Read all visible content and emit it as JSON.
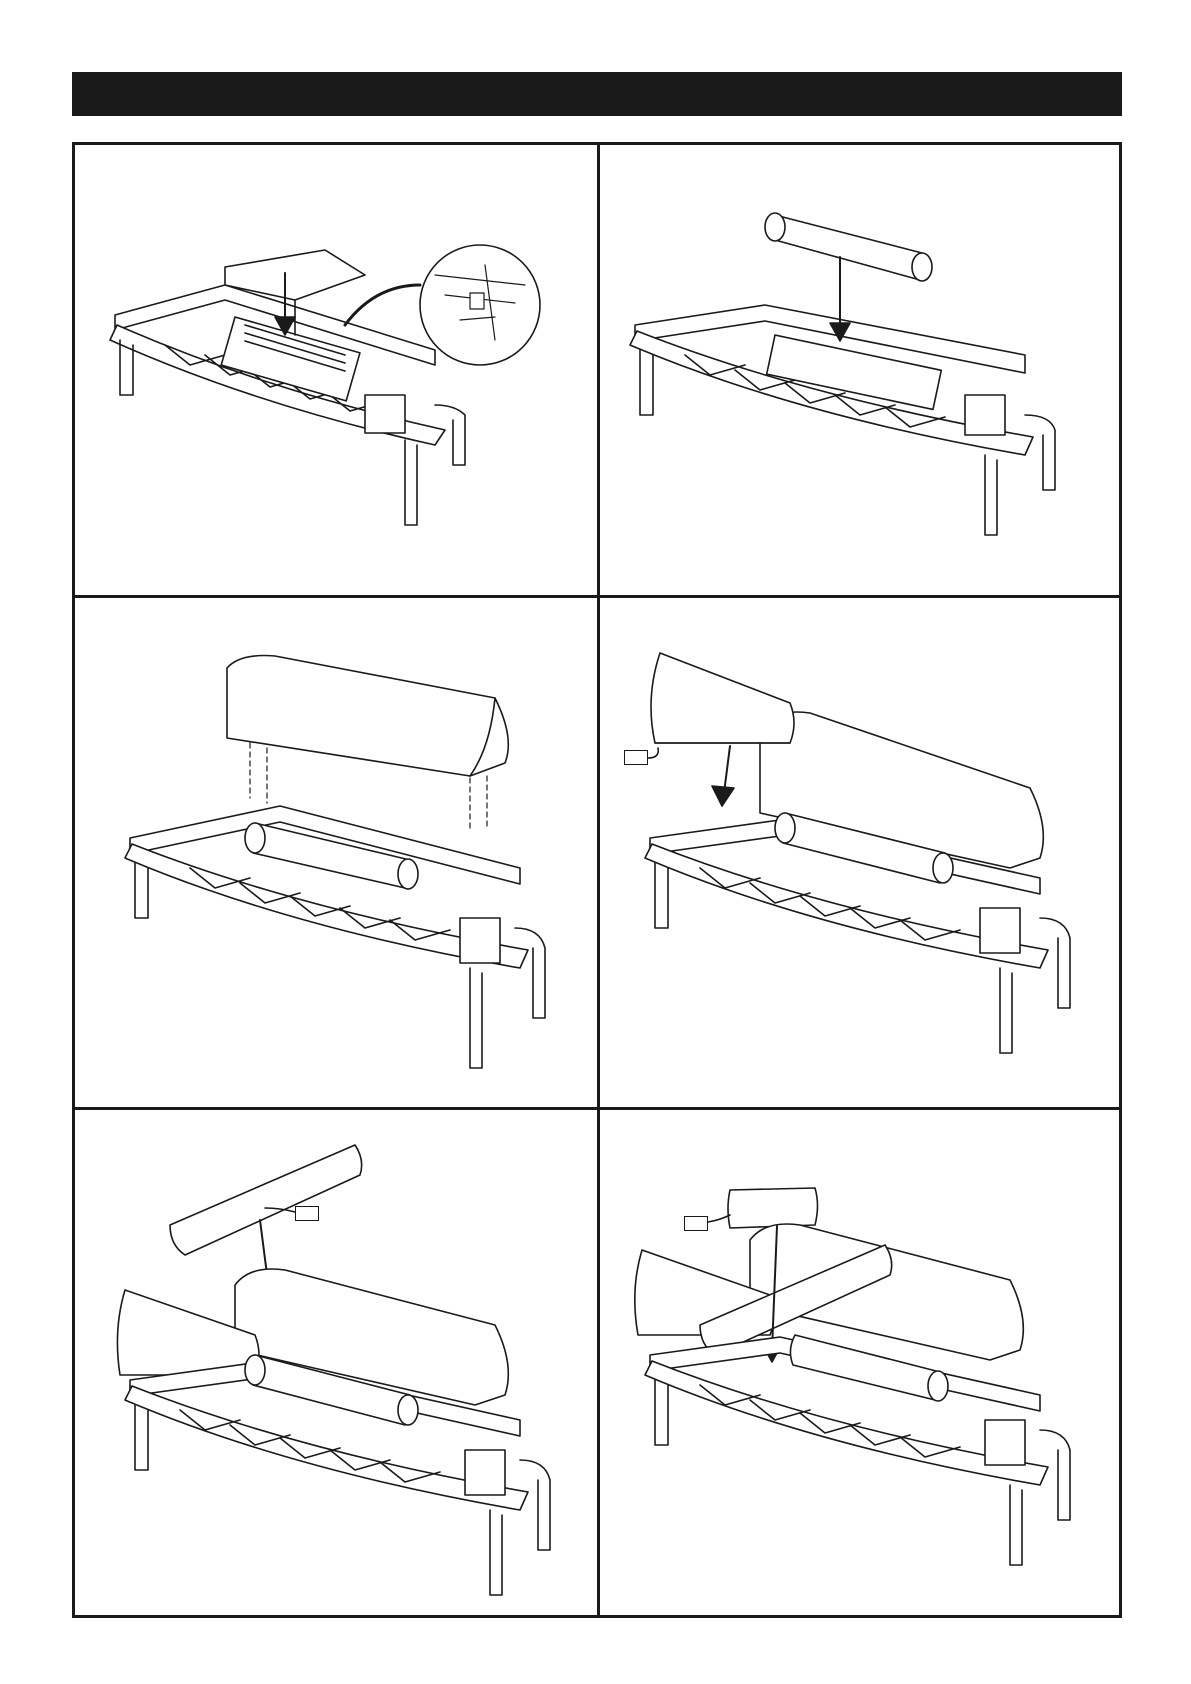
{
  "header": {
    "title": ""
  },
  "panels": [
    {
      "id": 1,
      "callout": ""
    },
    {
      "id": 2,
      "callout": ""
    },
    {
      "id": 3,
      "callout": ""
    },
    {
      "id": 4,
      "callout": ""
    },
    {
      "id": 5,
      "callout": ""
    },
    {
      "id": 6,
      "callout": ""
    }
  ],
  "colors": {
    "ink": "#1a1a1a",
    "paper": "#ffffff",
    "header": "#1a1a1a"
  }
}
